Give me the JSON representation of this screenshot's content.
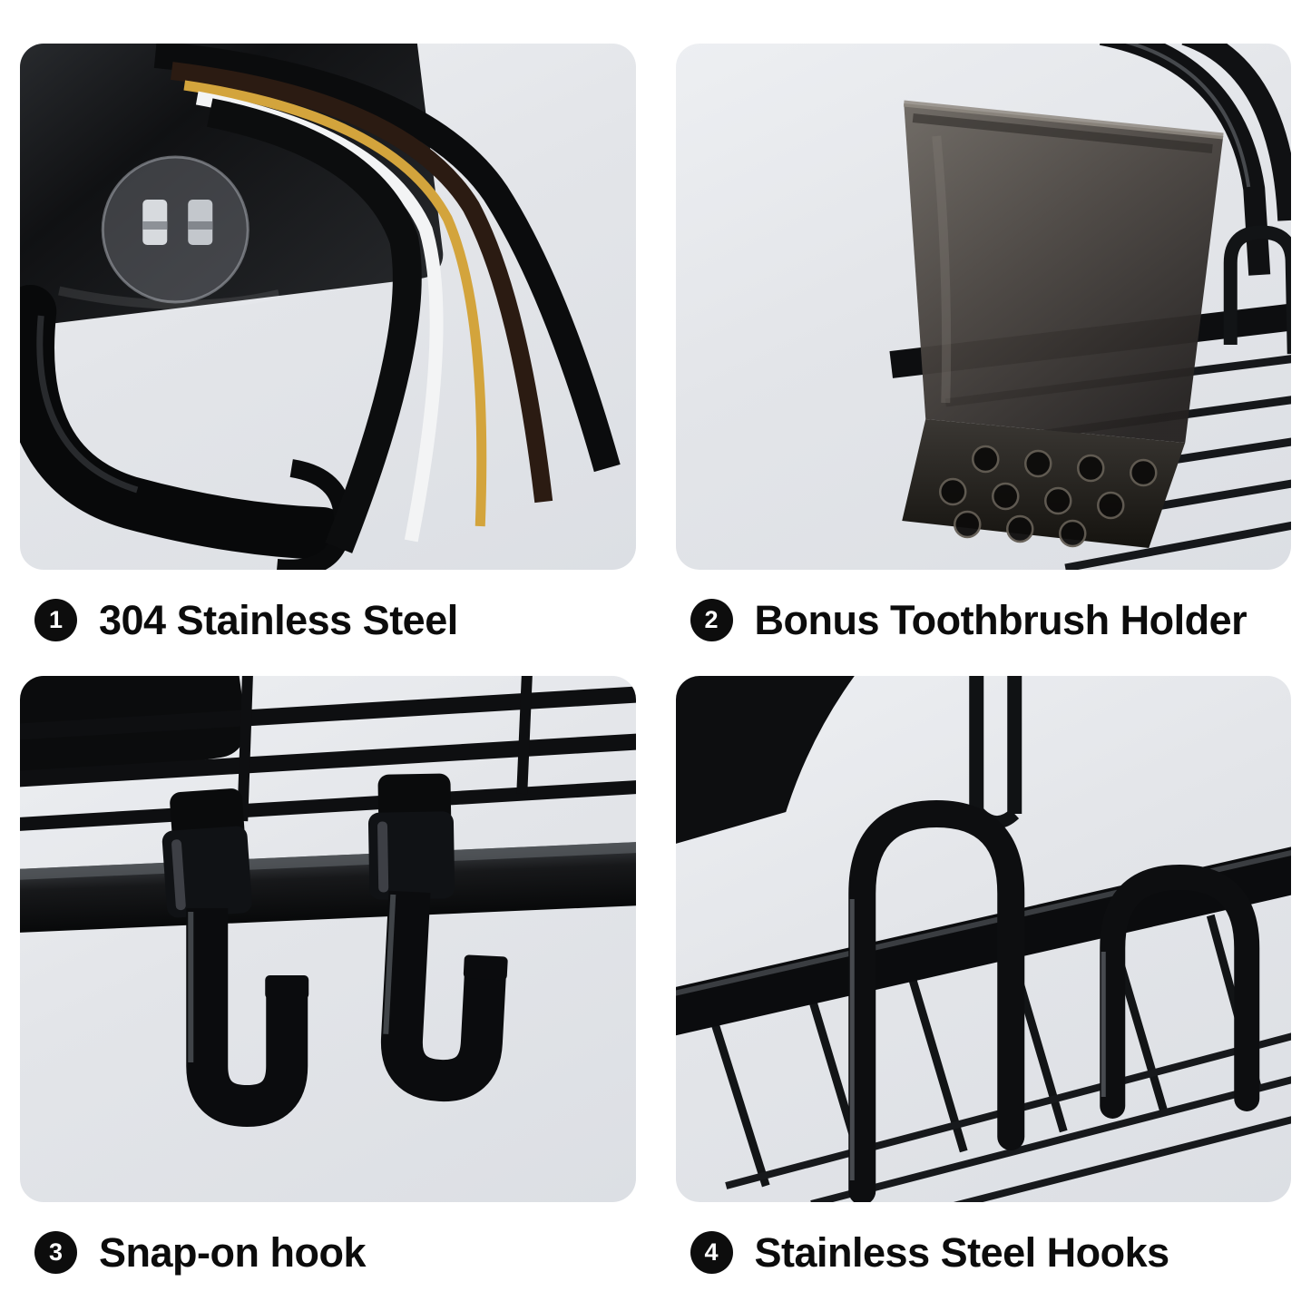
{
  "page": {
    "background_color": "#ffffff",
    "panel_background_color": "#e3e5e9",
    "text_color": "#0c0c0c",
    "badge_background_color": "#0d0d0d",
    "badge_text_color": "#ffffff"
  },
  "features": [
    {
      "number": "1",
      "label": "304 Stainless Steel",
      "illustration": "stainless-steel-layers-illustration"
    },
    {
      "number": "2",
      "label": "Bonus Toothbrush Holder",
      "illustration": "toothbrush-holder-cup-illustration"
    },
    {
      "number": "3",
      "label": "Snap-on hook",
      "illustration": "snap-on-hooks-illustration"
    },
    {
      "number": "4",
      "label": "Stainless Steel Hooks",
      "illustration": "wire-arch-hooks-illustration"
    }
  ]
}
